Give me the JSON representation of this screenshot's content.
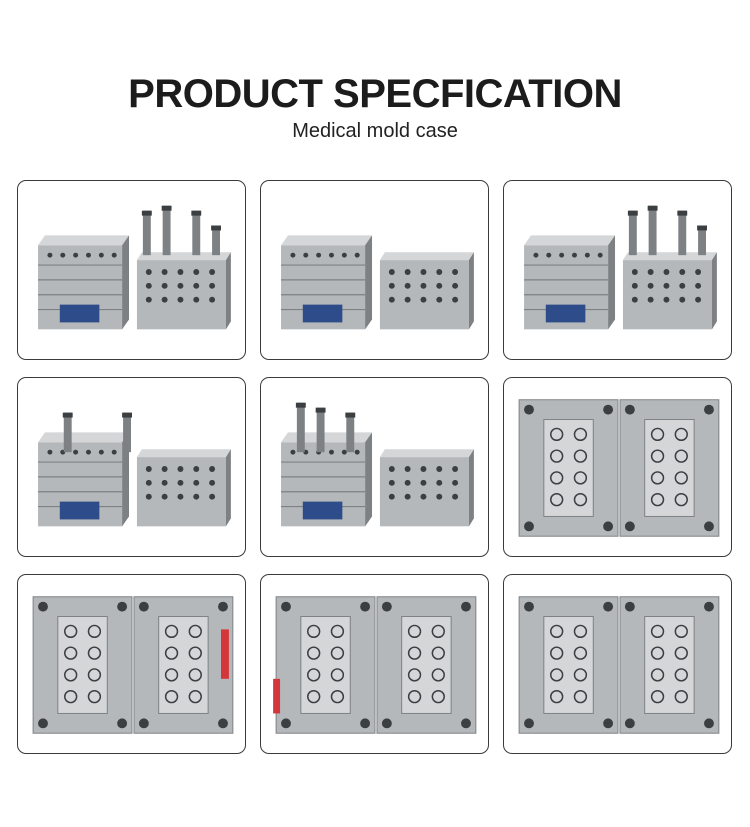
{
  "header": {
    "title": "PRODUCT SPECFICATION",
    "subtitle": "Medical mold case"
  },
  "gallery": {
    "image": "mold-photo",
    "items": [
      {
        "view": "top",
        "pins": "right"
      },
      {
        "view": "top",
        "pins": "none"
      },
      {
        "view": "top",
        "pins": "right"
      },
      {
        "view": "top",
        "pins": "left-few"
      },
      {
        "view": "top",
        "pins": "left"
      },
      {
        "view": "face",
        "accent": "none"
      },
      {
        "view": "face",
        "accent": "right"
      },
      {
        "view": "face",
        "accent": "left"
      },
      {
        "view": "face",
        "accent": "none"
      }
    ]
  },
  "colors": {
    "steel_light": "#d4d6d8",
    "steel_mid": "#b5b8bb",
    "steel_dark": "#7d8184",
    "hole": "#3c3f42",
    "accent_red": "#d4373a",
    "border": "#3a3a3a"
  }
}
